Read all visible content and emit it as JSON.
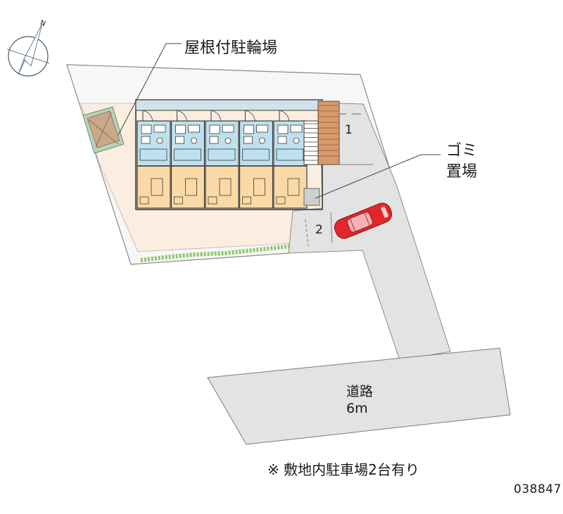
{
  "labels": {
    "bicycle_parking": "屋根付駐輪場",
    "garbage_line1": "ゴミ",
    "garbage_line2": "置場",
    "spot1": "1",
    "spot2": "2",
    "road_name": "道路",
    "road_width": "6m",
    "note": "※ 敷地内駐車場2台有り",
    "property_code": "038847",
    "compass_letter": "N"
  },
  "colors": {
    "site": "#f5f5f5",
    "lot_outline": "#8a8a8a",
    "yard": "#fbeee0",
    "road": "#e3e3e3",
    "unit_blue": "#bfe0ee",
    "unit_tan": "#fbd9a6",
    "wall": "#3a3a3a",
    "corridor_blue": "#cfe3ea",
    "car_red": "#e3262b",
    "bicycle_pad": "#c9a98a",
    "shelter_green": "#b8d3bc",
    "hedge_green": "#8cc96b",
    "brick": "#d79a6b"
  },
  "units": {
    "count": 5
  }
}
